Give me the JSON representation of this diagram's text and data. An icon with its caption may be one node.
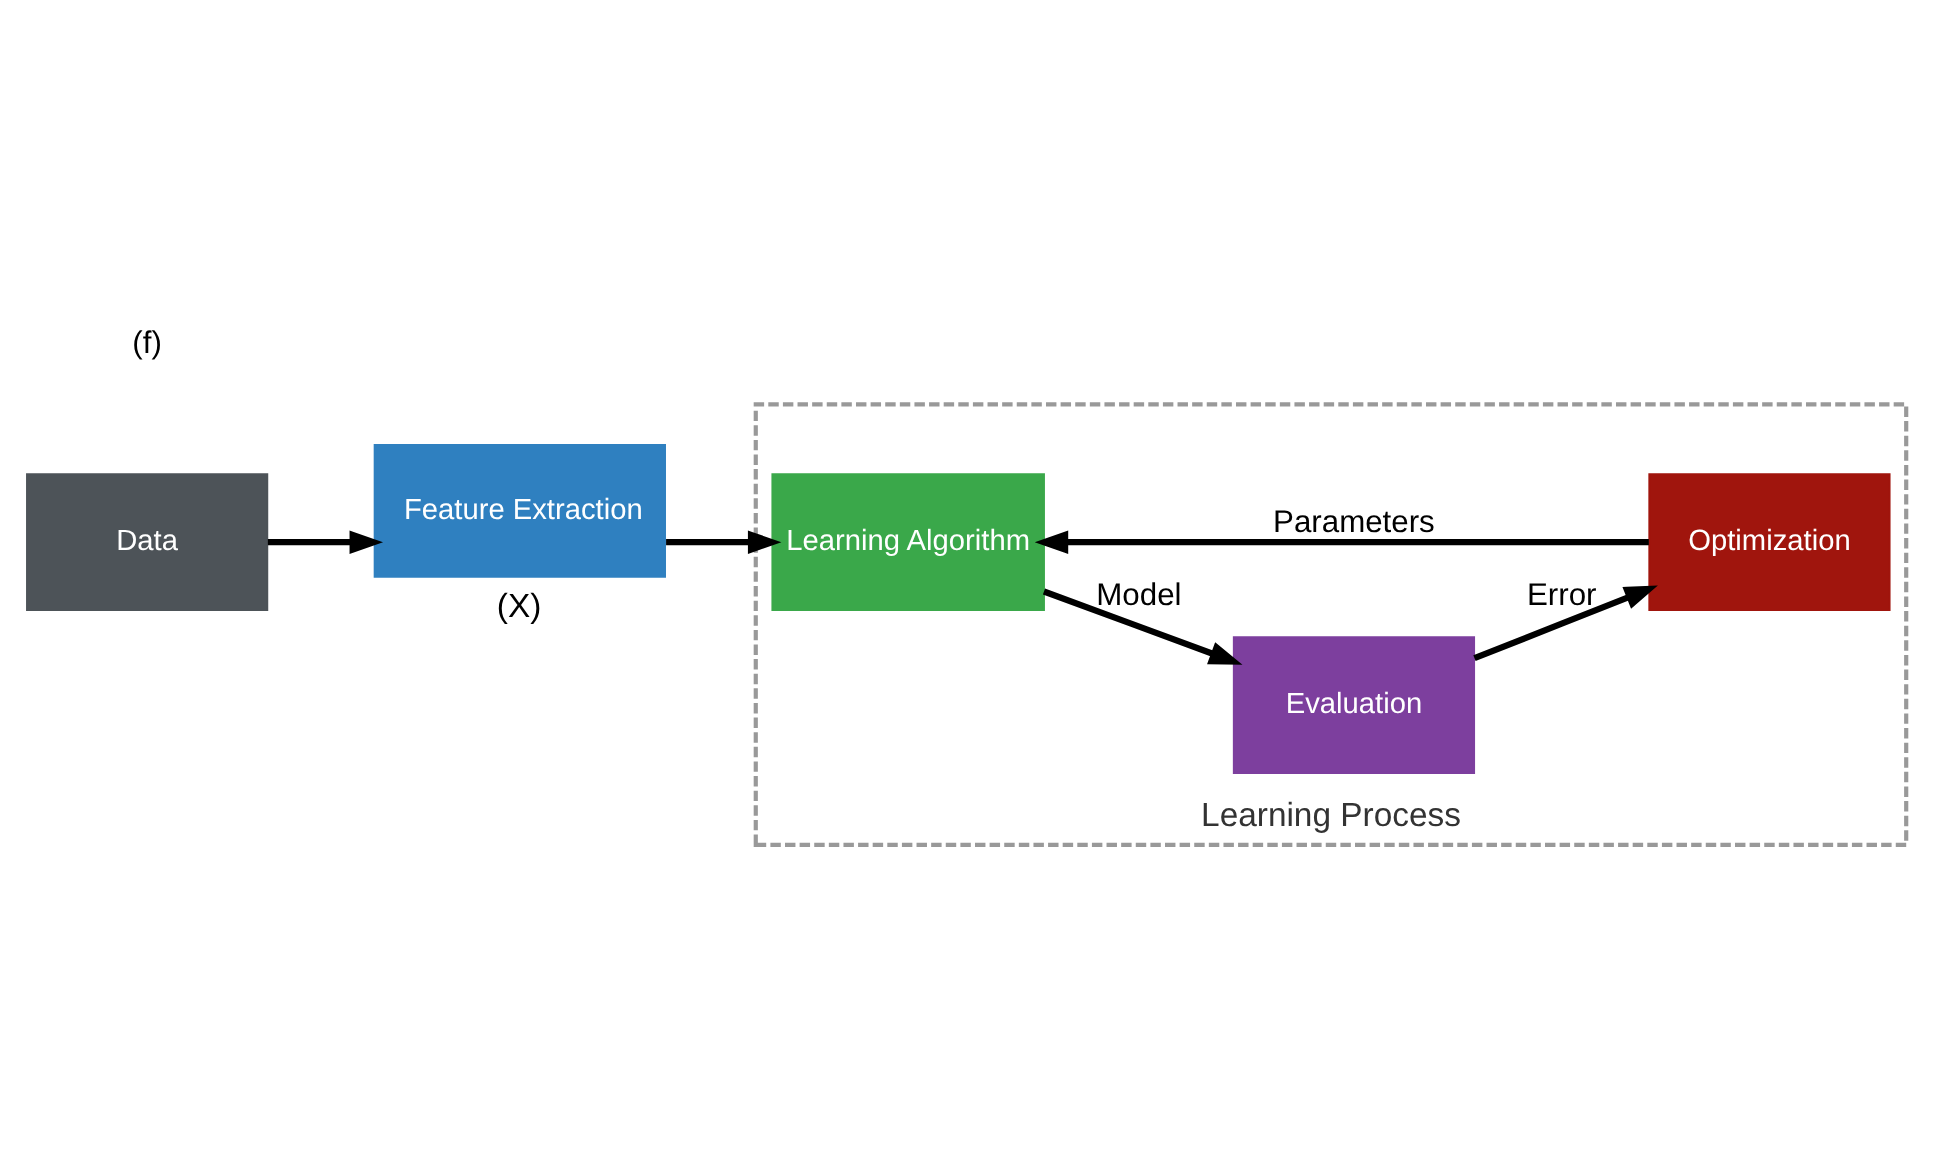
{
  "diagram": {
    "nodes": [
      {
        "text": [
          "Learning Process"
        ]
      },
      {
        "text": [
          "Data"
        ]
      },
      {
        "text": [
          "Feature Extraction"
        ],
        "beside": [
          "(X)"
        ]
      },
      {
        "text": [
          "Learning Algorithm"
        ],
        "in": 0
      },
      {
        "text": [
          "Evaluation"
        ],
        "in": 0
      },
      {
        "text": [
          "Optimization"
        ],
        "in": 0
      }
    ],
    "edges": [
      {
        "from": 1,
        "to": 2,
        "arrow": "to"
      },
      {
        "from": 2,
        "to": 3,
        "arrow": "to"
      },
      {
        "from": 3,
        "to": 4,
        "arrow": "to",
        "label": "Model"
      },
      {
        "from": 4,
        "to": 5,
        "arrow": "to",
        "label": "Error"
      },
      {
        "from": 5,
        "to": 3,
        "arrow": "to",
        "label": "Parameters"
      }
    ],
    "labels": [
      "(f)"
    ]
  }
}
